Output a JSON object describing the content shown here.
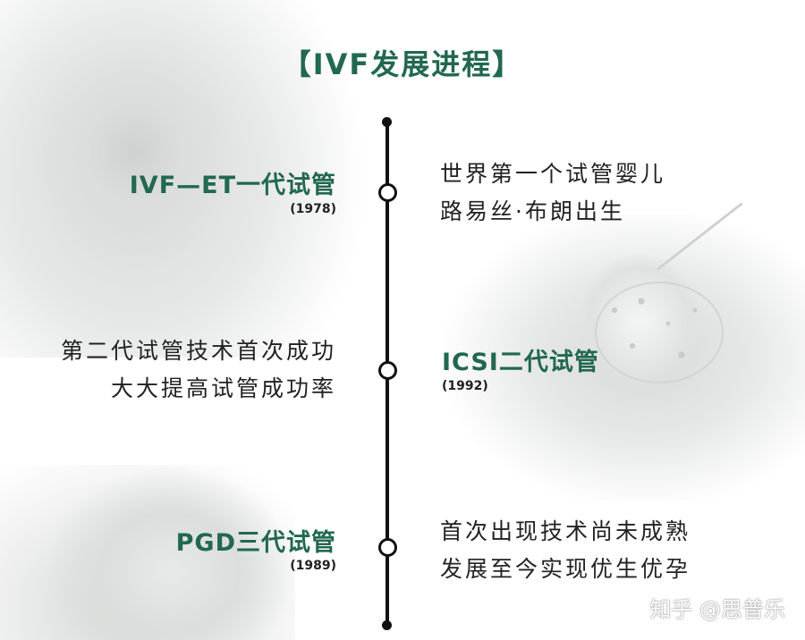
{
  "title": "【IVF发展进程】",
  "timeline": [
    {
      "era": "IVF—ET一代试管",
      "year": "(1978)",
      "description": [
        "世界第一个试管婴儿",
        "路易丝·布朗出生"
      ]
    },
    {
      "era": "ICSI二代试管",
      "year": "(1992)",
      "description": [
        "第二代试管技术首次成功",
        "大大提高试管成功率"
      ]
    },
    {
      "era": "PGD三代试管",
      "year": "(1989)",
      "description": [
        "首次出现技术尚未成熟",
        "发展至今实现优生优孕"
      ]
    }
  ],
  "watermark": "知乎 @思普乐",
  "colors": {
    "accent": "#21684f",
    "text": "#222222",
    "axis": "#111111"
  }
}
